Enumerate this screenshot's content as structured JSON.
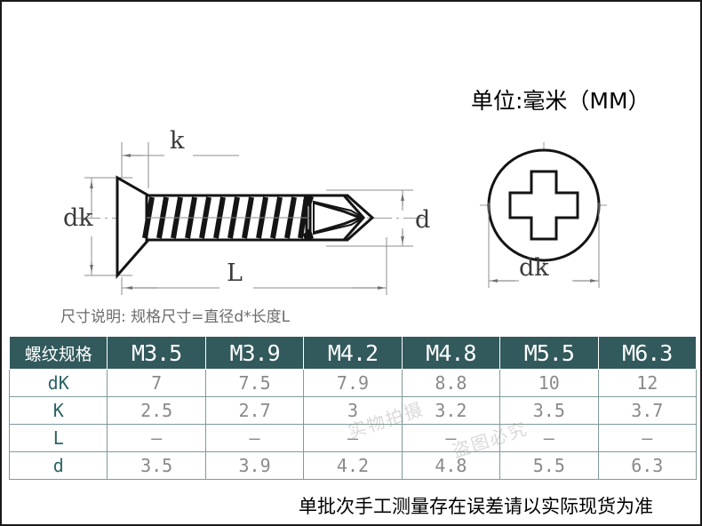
{
  "unit_label": "单位:毫米（MM）",
  "dimension_note": "尺寸说明: 规格尺寸=直径d*长度L",
  "footer_note": "单批次手工测量存在误差请以实际现货为准",
  "watermark": {
    "line1": "实物拍摄",
    "line2": "盗图必究"
  },
  "drawing": {
    "side_view": {
      "name": "countersunk-self-drilling-screw-side-view",
      "labels": {
        "head_diameter": "dK",
        "head_height": "k",
        "total_length": "L",
        "thread_diameter": "d"
      }
    },
    "top_view": {
      "name": "screw-head-top-view-phillips",
      "labels": {
        "head_diameter": "dk"
      }
    }
  },
  "colors": {
    "header_bg": "#32595c",
    "header_text": "#ffffff",
    "row_label_text": "#2d6366",
    "cell_text": "#8a8a8a",
    "grid_line": "#7f9a9c",
    "drawing_ink": "#1a1a1a",
    "dimension_line": "#808080"
  },
  "table": {
    "header_label": "螺纹规格",
    "columns": [
      "M3.5",
      "M3.9",
      "M4.2",
      "M4.8",
      "M5.5",
      "M6.3"
    ],
    "rows": [
      {
        "label": "dK",
        "values": [
          "7",
          "7.5",
          "7.9",
          "8.8",
          "10",
          "12"
        ]
      },
      {
        "label": "K",
        "values": [
          "2.5",
          "2.7",
          "3",
          "3.2",
          "3.5",
          "3.7"
        ]
      },
      {
        "label": "L",
        "values": [
          "–",
          "–",
          "–",
          "–",
          "–",
          "–"
        ]
      },
      {
        "label": "d",
        "values": [
          "3.5",
          "3.9",
          "4.2",
          "4.8",
          "5.5",
          "6.3"
        ]
      }
    ]
  }
}
